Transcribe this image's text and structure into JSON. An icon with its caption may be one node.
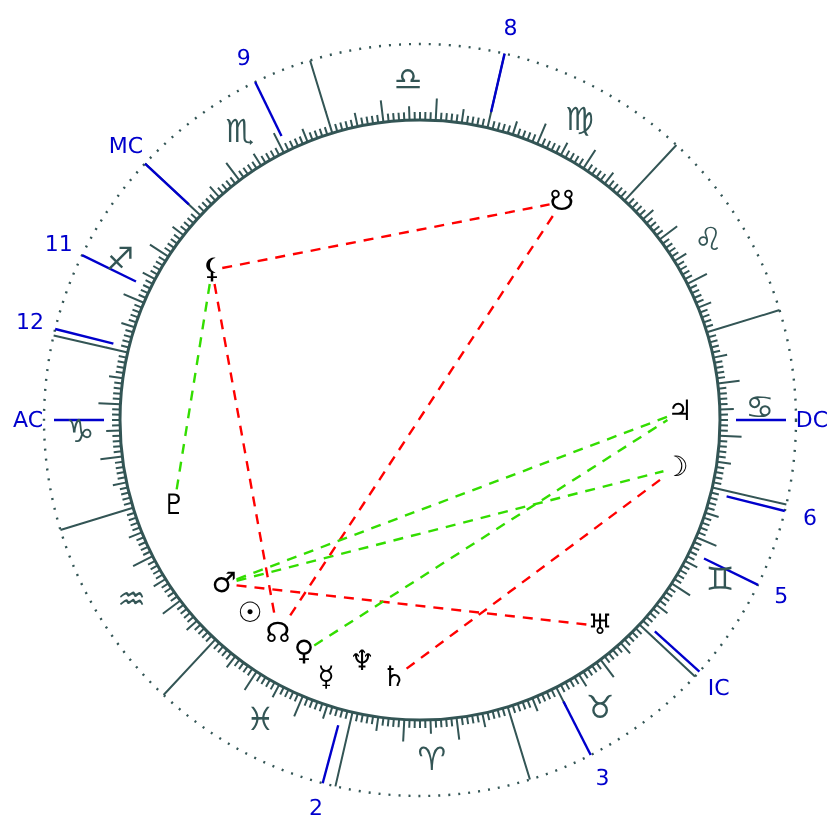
{
  "diagram": {
    "nodes": [
      {
        "text": [
          "⚸"
        ]
      },
      {
        "text": [
          "☋"
        ]
      },
      {
        "text": [
          "♃"
        ]
      },
      {
        "text": [
          "☽"
        ]
      },
      {
        "text": [
          "♇"
        ]
      },
      {
        "text": [
          "♂"
        ]
      },
      {
        "text": [
          "☉"
        ]
      },
      {
        "text": [
          "☊"
        ]
      },
      {
        "text": [
          "♀"
        ]
      },
      {
        "text": [
          "☿"
        ]
      },
      {
        "text": [
          "♆"
        ]
      },
      {
        "text": [
          "♄"
        ]
      },
      {
        "text": [
          "♅"
        ]
      }
    ],
    "edges": [
      {
        "from": 0,
        "to": 1,
        "arrow": "none",
        "style": "dashed",
        "color": "#ff0000"
      },
      {
        "from": 0,
        "to": 7,
        "arrow": "none",
        "style": "dashed",
        "color": "#ff0000"
      },
      {
        "from": 1,
        "to": 7,
        "arrow": "none",
        "style": "dashed",
        "color": "#ff0000"
      },
      {
        "from": 5,
        "to": 12,
        "arrow": "none",
        "style": "dashed",
        "color": "#ff0000"
      },
      {
        "from": 11,
        "to": 3,
        "arrow": "none",
        "style": "dashed",
        "color": "#ff0000"
      },
      {
        "from": 0,
        "to": 4,
        "arrow": "none",
        "style": "dashed",
        "color": "#33dd00"
      },
      {
        "from": 5,
        "to": 3,
        "arrow": "none",
        "style": "dashed",
        "color": "#33dd00"
      },
      {
        "from": 5,
        "to": 2,
        "arrow": "none",
        "style": "dashed",
        "color": "#33dd00"
      },
      {
        "from": 8,
        "to": 2,
        "arrow": "none",
        "style": "dashed",
        "color": "#33dd00"
      }
    ],
    "labels": [
      "8",
      "9",
      "♎",
      "♍",
      "♏",
      "MC",
      "♌",
      "11",
      "♐",
      "12",
      "♋",
      "AC",
      "DC",
      "♑",
      "6",
      "5",
      "♊",
      "♒",
      "IC",
      "♉",
      "♓",
      "♈",
      "3",
      "2"
    ]
  }
}
